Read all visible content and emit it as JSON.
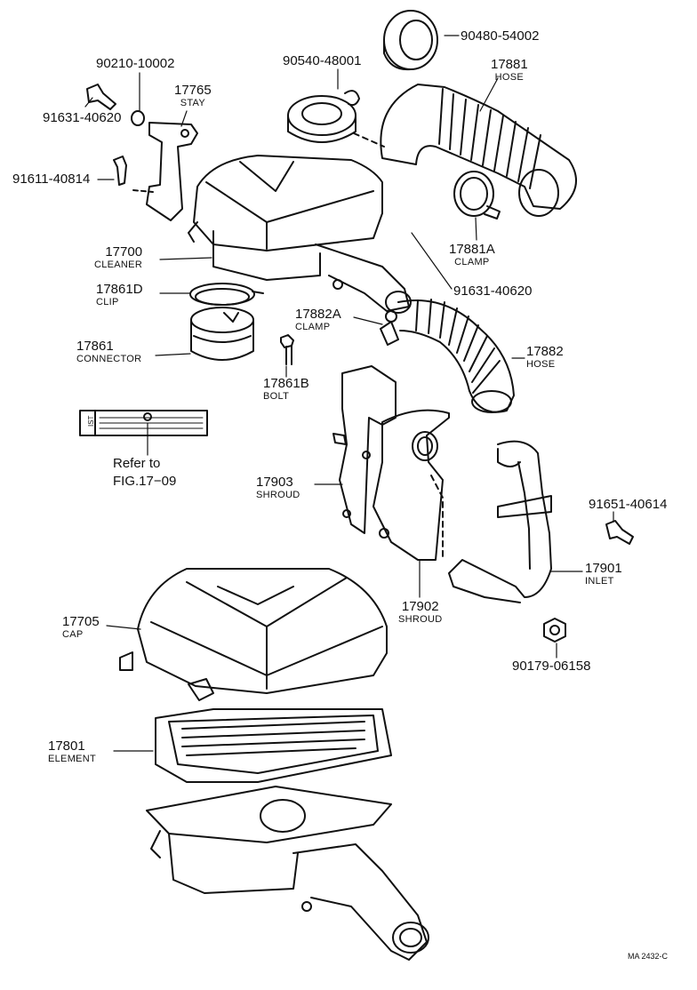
{
  "parts": {
    "p90480": {
      "number": "90480-54002"
    },
    "p90540": {
      "number": "90540-48001"
    },
    "p90210": {
      "number": "90210-10002"
    },
    "p17765": {
      "number": "17765",
      "name": "STAY"
    },
    "p91631a": {
      "number": "91631-40620"
    },
    "p17881": {
      "number": "17881",
      "name": "HOSE"
    },
    "p91611": {
      "number": "91611-40814"
    },
    "p17881A": {
      "number": "17881A",
      "name": "CLAMP"
    },
    "p17700": {
      "number": "17700",
      "name": "CLEANER"
    },
    "p91631b": {
      "number": "91631-40620"
    },
    "p17861D": {
      "number": "17861D",
      "name": "CLIP"
    },
    "p17882A": {
      "number": "17882A",
      "name": "CLAMP"
    },
    "p17861": {
      "number": "17861",
      "name": "CONNECTOR"
    },
    "p17882": {
      "number": "17882",
      "name": "HOSE"
    },
    "p17861B": {
      "number": "17861B",
      "name": "BOLT"
    },
    "p17903": {
      "number": "17903",
      "name": "SHROUD"
    },
    "p91651": {
      "number": "91651-40614"
    },
    "p17901": {
      "number": "17901",
      "name": "INLET"
    },
    "p17902": {
      "number": "17902",
      "name": "SHROUD"
    },
    "p17705": {
      "number": "17705",
      "name": "CAP"
    },
    "p90179": {
      "number": "90179-06158"
    },
    "p17801": {
      "number": "17801",
      "name": "ELEMENT"
    }
  },
  "reference": {
    "line1": "Refer to",
    "line2": "FIG.17−09"
  },
  "label_plate": {
    "text": "IST"
  },
  "stamp": "MA 2432-C"
}
